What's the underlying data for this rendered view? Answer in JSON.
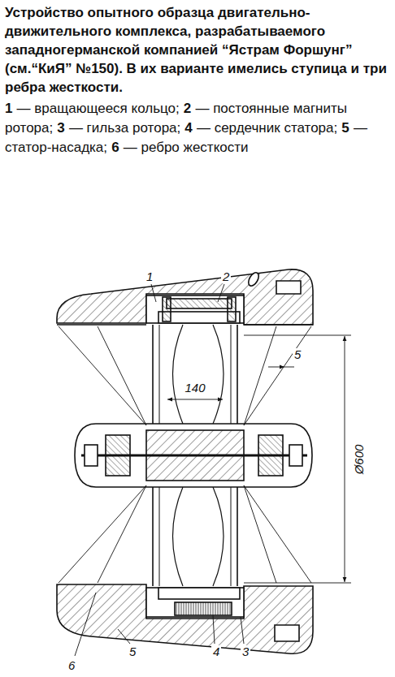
{
  "diagram": {
    "title": "Устройство опытного образца двигательно-движительного комплекса, разрабатываемого западногерманской компанией “Ястрам Форшунг” (см.“КиЯ” №150). В их варианте имелись ступица и три ребра жесткости.",
    "labels": [
      "1",
      "— вращающееся кольцо;",
      "2",
      "— постоянные магниты ротора;",
      "3",
      "— гильза ротора;",
      "4",
      "— сердечник статора;",
      "5",
      "— статор-насадка;",
      "6",
      "— ребро жесткости",
      "1",
      "2",
      "5",
      "140",
      "Ø600",
      "5",
      "4",
      "3",
      "6"
    ]
  }
}
